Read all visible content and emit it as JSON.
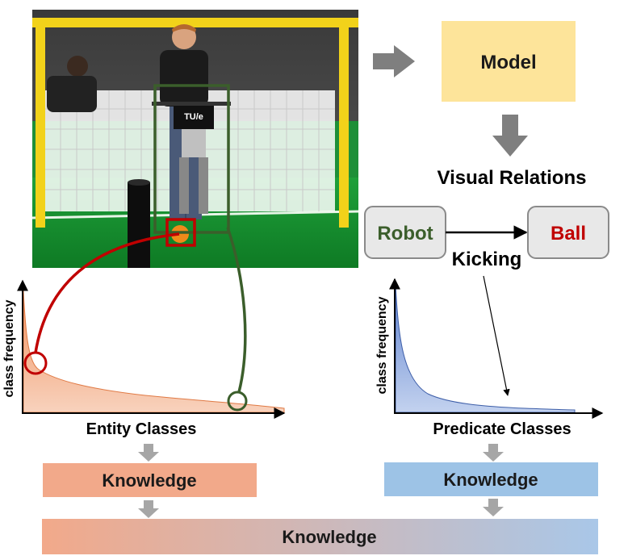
{
  "model": {
    "label": "Model"
  },
  "visual_relations": {
    "title": "Visual Relations",
    "subject": "Robot",
    "predicate": "Kicking",
    "object": "Ball"
  },
  "photo": {
    "jersey_text": "TU/e"
  },
  "entity_chart": {
    "ylabel": "class frequency",
    "xlabel": "Entity Classes"
  },
  "predicate_chart": {
    "ylabel": "class frequency",
    "xlabel": "Predicate Classes"
  },
  "knowledge": {
    "entity": "Knowledge",
    "predicate": "Knowledge",
    "combined": "Knowledge"
  },
  "colors": {
    "model_fill": "#fde49a",
    "entity_orange": "#f2a98a",
    "predicate_blue": "#9dc3e6",
    "robot_green": "#3b5e2b",
    "ball_red": "#c00000",
    "arrow_gray": "#7f7f7f"
  }
}
